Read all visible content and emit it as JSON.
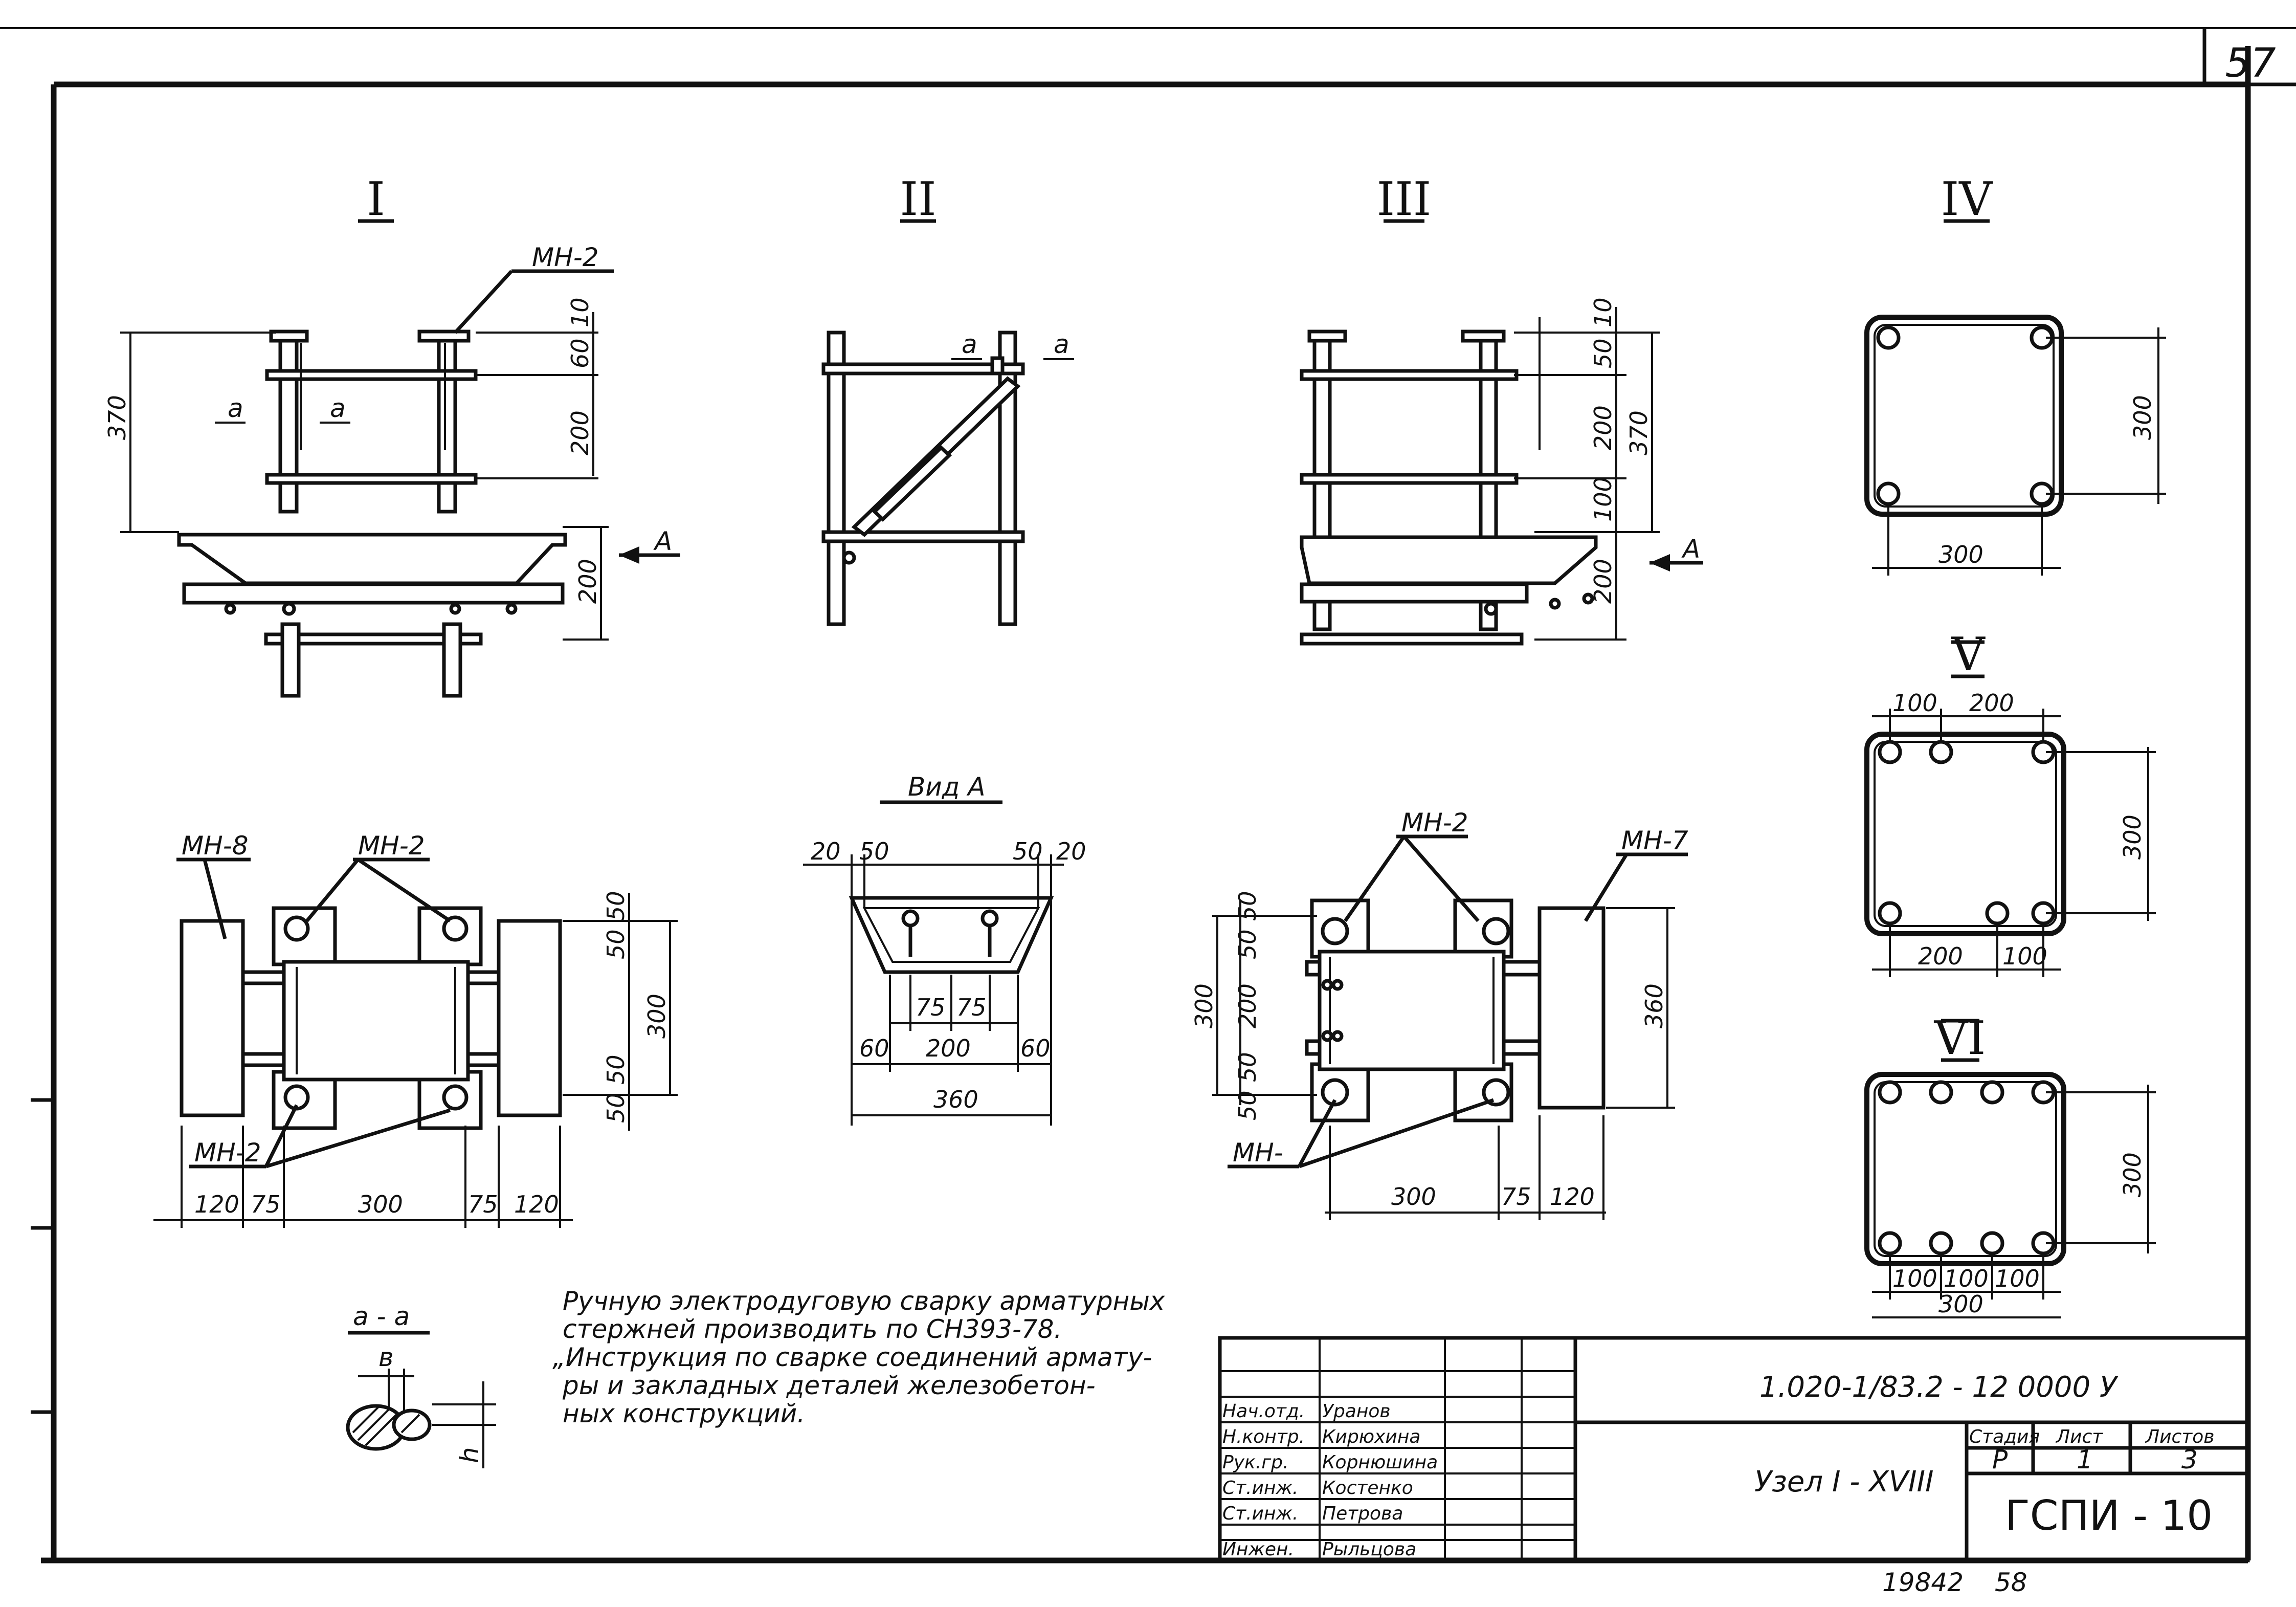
{
  "sheet_number": "57",
  "views": {
    "v1": "I",
    "v2": "II",
    "v3": "III",
    "v4": "IV",
    "v5": "V",
    "v6": "VI"
  },
  "marks": {
    "mn2": "МН-2",
    "mn8": "МН-8",
    "mn7": "МН-7",
    "mn_partial": "МН-",
    "a": "а",
    "A": "А",
    "vid_a": "Вид А",
    "section_aa": "а - а",
    "b": "в",
    "h": "h"
  },
  "dimensions": {
    "d10": "10",
    "d20": "20",
    "d50": "50",
    "d60": "60",
    "d75": "75",
    "d100": "100",
    "d120": "120",
    "d200": "200",
    "d300": "300",
    "d360": "360",
    "d370": "370"
  },
  "note": {
    "line1": "Ручную электродуговую сварку арматурных",
    "line2": "стержней производить по СН393-78.",
    "line3": "„Инструкция по сварке соединений армату-",
    "line4": "ры и закладных деталей железобетон-",
    "line5": "ных конструкций."
  },
  "title_block": {
    "doc_code": "1.020-1/83.2 - 12 0000 У",
    "drawing_name": "Узел I - XVIII",
    "stage_label": "Стадия",
    "sheet_label": "Лист",
    "sheets_label": "Листов",
    "stage": "Р",
    "sheet": "1",
    "sheets": "3",
    "org": "ГСПИ - 10",
    "roles": [
      "Нач.отд.",
      "Н.контр.",
      "Рук.гр.",
      "Ст.инж.",
      "Ст.инж.",
      "Инжен."
    ],
    "names": [
      "Уранов",
      "Кирюхина",
      "Корнюшина",
      "Костенко",
      "Петрова",
      "Рыльцова"
    ]
  },
  "footer": {
    "inventory": "19842",
    "page": "58"
  }
}
